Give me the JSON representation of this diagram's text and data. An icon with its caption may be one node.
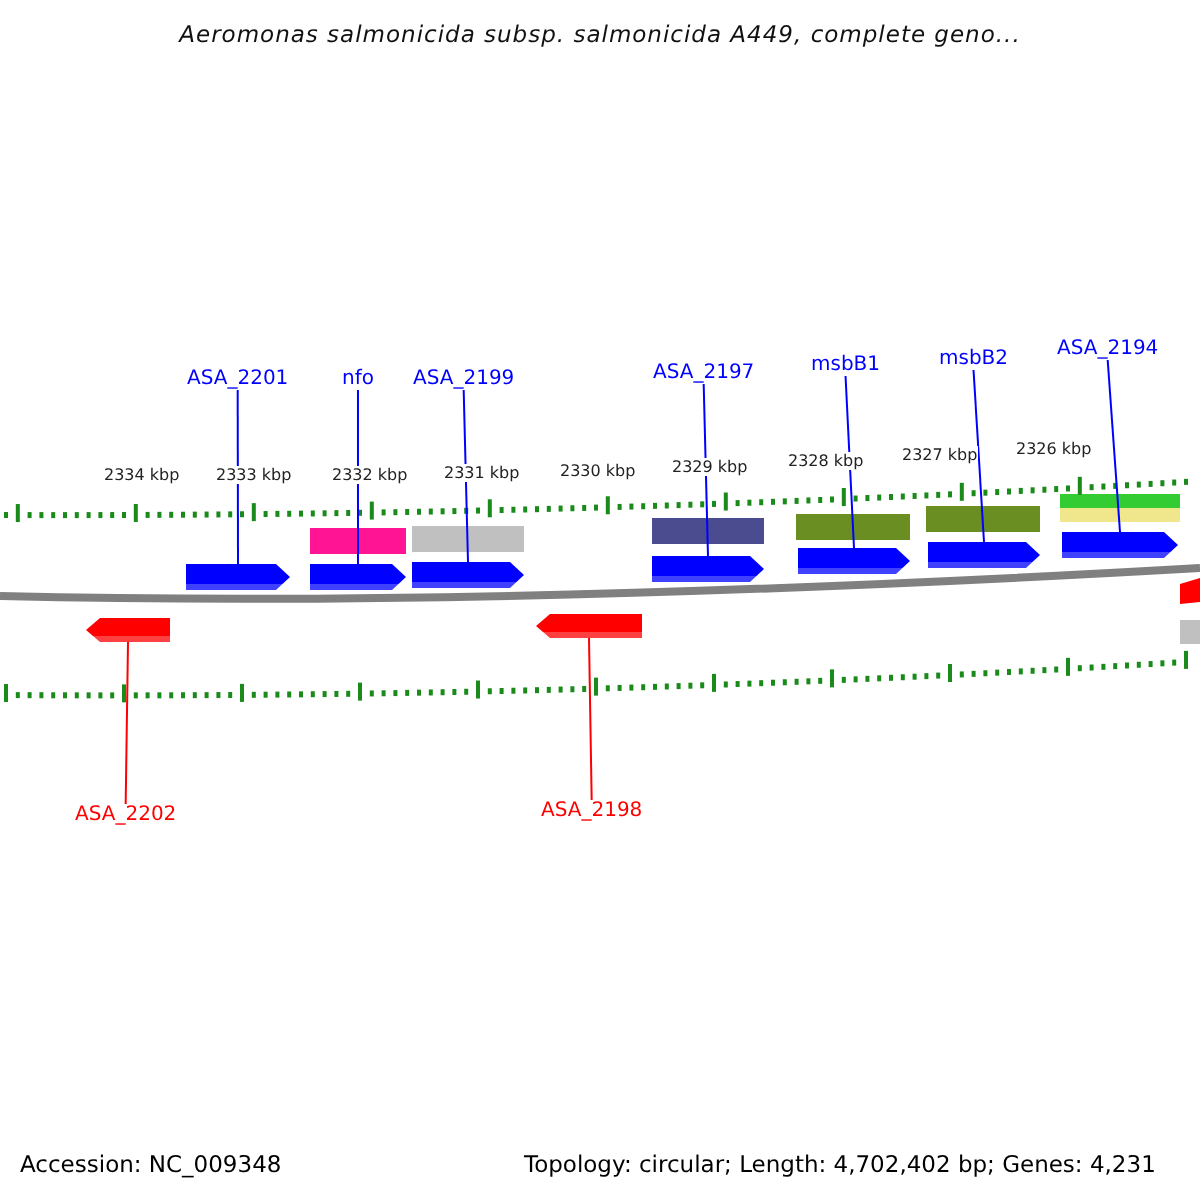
{
  "diagram": {
    "title": "Aeromonas salmonicida subsp. salmonicida A449, complete geno...",
    "nodes": [
      {
        "text": [
          "ASA_2201"
        ]
      },
      {
        "text": [
          "nfo"
        ]
      },
      {
        "text": [
          "ASA_2199"
        ]
      },
      {
        "text": [
          "ASA_2197"
        ]
      },
      {
        "text": [
          "msbB1"
        ]
      },
      {
        "text": [
          "msbB2"
        ]
      },
      {
        "text": [
          "ASA_2194"
        ]
      },
      {
        "text": [
          "ASA_2202"
        ]
      },
      {
        "text": [
          "ASA_2198"
        ]
      },
      {
        "text": [],
        "shape": "arrow"
      },
      {
        "text": [],
        "shape": "arrow"
      },
      {
        "text": [],
        "shape": "arrow"
      },
      {
        "text": [],
        "shape": "arrow"
      },
      {
        "text": [],
        "shape": "arrow"
      },
      {
        "text": [],
        "shape": "arrow"
      },
      {
        "text": [],
        "shape": "arrow"
      },
      {
        "text": [],
        "shape": "arrow"
      },
      {
        "text": [],
        "shape": "arrow"
      }
    ],
    "edges": [
      {
        "from": 0,
        "to": 9,
        "arrow": "none"
      },
      {
        "from": 1,
        "to": 10,
        "arrow": "none"
      },
      {
        "from": 2,
        "to": 11,
        "arrow": "none"
      },
      {
        "from": 3,
        "to": 12,
        "arrow": "none"
      },
      {
        "from": 4,
        "to": 13,
        "arrow": "none"
      },
      {
        "from": 5,
        "to": 14,
        "arrow": "none"
      },
      {
        "from": 6,
        "to": 15,
        "arrow": "none"
      },
      {
        "from": 7,
        "to": 16,
        "arrow": "none",
        "color": "#ff0000"
      },
      {
        "from": 8,
        "to": 17,
        "arrow": "none",
        "color": "#ff0000"
      }
    ],
    "labels": [
      "2334 kbp",
      "2333 kbp",
      "2332 kbp",
      "2331 kbp",
      "2330 kbp",
      "2329 kbp",
      "2328 kbp",
      "2327 kbp",
      "2326 kbp",
      "Accession: NC_009348",
      "Topology: circular; Length: 4,702,402 bp; Genes: 4,231"
    ]
  }
}
